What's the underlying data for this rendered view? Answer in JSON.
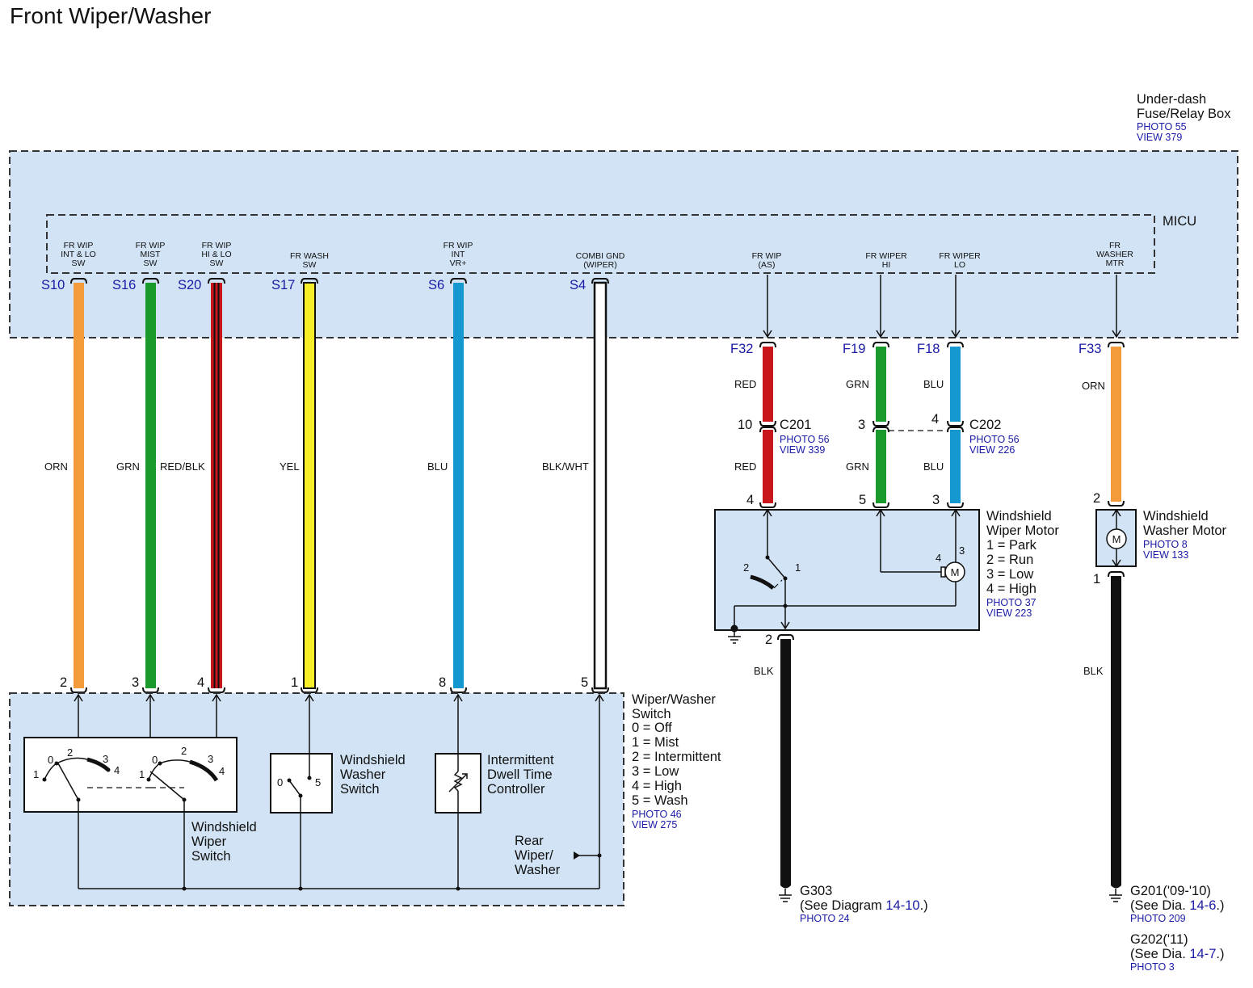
{
  "title": "Front Wiper/Washer",
  "fuse_box": {
    "name_line1": "Under-dash",
    "name_line2": "Fuse/Relay Box",
    "photo": "PHOTO 55",
    "view": "VIEW 379",
    "unit": "MICU"
  },
  "micu_terminals": [
    {
      "id": "S10",
      "label": [
        "FR WIP",
        "INT & LO",
        "SW"
      ],
      "wire_color": "ORN",
      "color_hex": "#f39a3a",
      "pin": "2"
    },
    {
      "id": "S16",
      "label": [
        "FR WIP",
        "MIST",
        "SW"
      ],
      "wire_color": "GRN",
      "color_hex": "#1a9a2a",
      "pin": "3"
    },
    {
      "id": "S20",
      "label": [
        "FR WIP",
        "HI & LO",
        "SW"
      ],
      "wire_color": "RED/BLK",
      "color_hex": "#c8161a",
      "pin": "4"
    },
    {
      "id": "S17",
      "label": [
        "FR WASH",
        "SW"
      ],
      "wire_color": "YEL",
      "color_hex": "#f7ee2a",
      "pin": "1"
    },
    {
      "id": "S6",
      "label": [
        "FR WIP",
        "INT",
        "VR+"
      ],
      "wire_color": "BLU",
      "color_hex": "#1597cf",
      "pin": "8"
    },
    {
      "id": "S4",
      "label": [
        "COMBI GND",
        "(WIPER)"
      ],
      "wire_color": "BLK/WHT",
      "color_hex": "#111111",
      "pin": "5"
    }
  ],
  "micu_outputs": [
    {
      "id": "F32",
      "label": [
        "FR WIP",
        "(AS)"
      ],
      "upper_color": "RED",
      "lower_color": "RED",
      "color_hex": "#c8161a",
      "connector_pin": "10",
      "motor_pin": "4"
    },
    {
      "id": "F19",
      "label": [
        "FR WIPER",
        "HI"
      ],
      "upper_color": "GRN",
      "lower_color": "GRN",
      "color_hex": "#1a9a2a",
      "connector_pin": "3",
      "motor_pin": "5"
    },
    {
      "id": "F18",
      "label": [
        "FR WIPER",
        "LO"
      ],
      "upper_color": "BLU",
      "lower_color": "BLU",
      "color_hex": "#1597cf",
      "connector_pin": "4",
      "motor_pin": "3"
    },
    {
      "id": "F33",
      "label": [
        "FR",
        "WASHER",
        "MTR"
      ],
      "upper_color": "ORN",
      "color_hex": "#f39a3a",
      "motor_pin": "2"
    }
  ],
  "connectors": {
    "c201": {
      "name": "C201",
      "photo": "PHOTO 56",
      "view": "VIEW 339"
    },
    "c202": {
      "name": "C202",
      "photo": "PHOTO 56",
      "view": "VIEW 226"
    }
  },
  "wiper_motor": {
    "name": [
      "Windshield",
      "Wiper Motor"
    ],
    "positions": [
      "1 = Park",
      "2 = Run",
      "3 = Low",
      "4 = High"
    ],
    "photo": "PHOTO 37",
    "view": "VIEW 223",
    "ground_pin": "2",
    "ground_wire": "BLK",
    "internal_pins": [
      "2",
      "1",
      "4",
      "3"
    ],
    "motor_symbol": "M"
  },
  "washer_motor": {
    "name": [
      "Windshield",
      "Washer Motor"
    ],
    "photo": "PHOTO 8",
    "view": "VIEW 133",
    "ground_pin": "1",
    "ground_wire": "BLK",
    "motor_symbol": "M"
  },
  "grounds": {
    "g303": {
      "name": "G303",
      "see_text": "(See Diagram ",
      "see_link": "14-10",
      "see_end": ".)",
      "photo": "PHOTO 24"
    },
    "g201": {
      "name": "G201",
      "years": "('09-'10)",
      "see_text": "(See Dia. ",
      "see_link": "14-6",
      "see_end": ".)",
      "photo": "PHOTO 209"
    },
    "g202": {
      "name": "G202",
      "years": "('11)",
      "see_text": "(See Dia. ",
      "see_link": "14-7",
      "see_end": ".)",
      "photo": "PHOTO 3"
    }
  },
  "wiper_switch": {
    "name": [
      "Wiper/Washer",
      "Switch"
    ],
    "positions": [
      "0 = Off",
      "1 = Mist",
      "2 = Intermittent",
      "3 = Low",
      "4 = High",
      "5 = Wash"
    ],
    "photo": "PHOTO 46",
    "view": "VIEW 275",
    "sub_wiper": [
      "Windshield",
      "Wiper",
      "Switch"
    ],
    "sub_washer": [
      "Windshield",
      "Washer",
      "Switch"
    ],
    "sub_dwell": [
      "Intermittent",
      "Dwell Time",
      "Controller"
    ],
    "sub_rear": [
      "Rear",
      "Wiper/",
      "Washer"
    ],
    "dial_marks": [
      "0",
      "1",
      "2",
      "3",
      "4"
    ],
    "wash_marks": [
      "0",
      "5"
    ]
  }
}
